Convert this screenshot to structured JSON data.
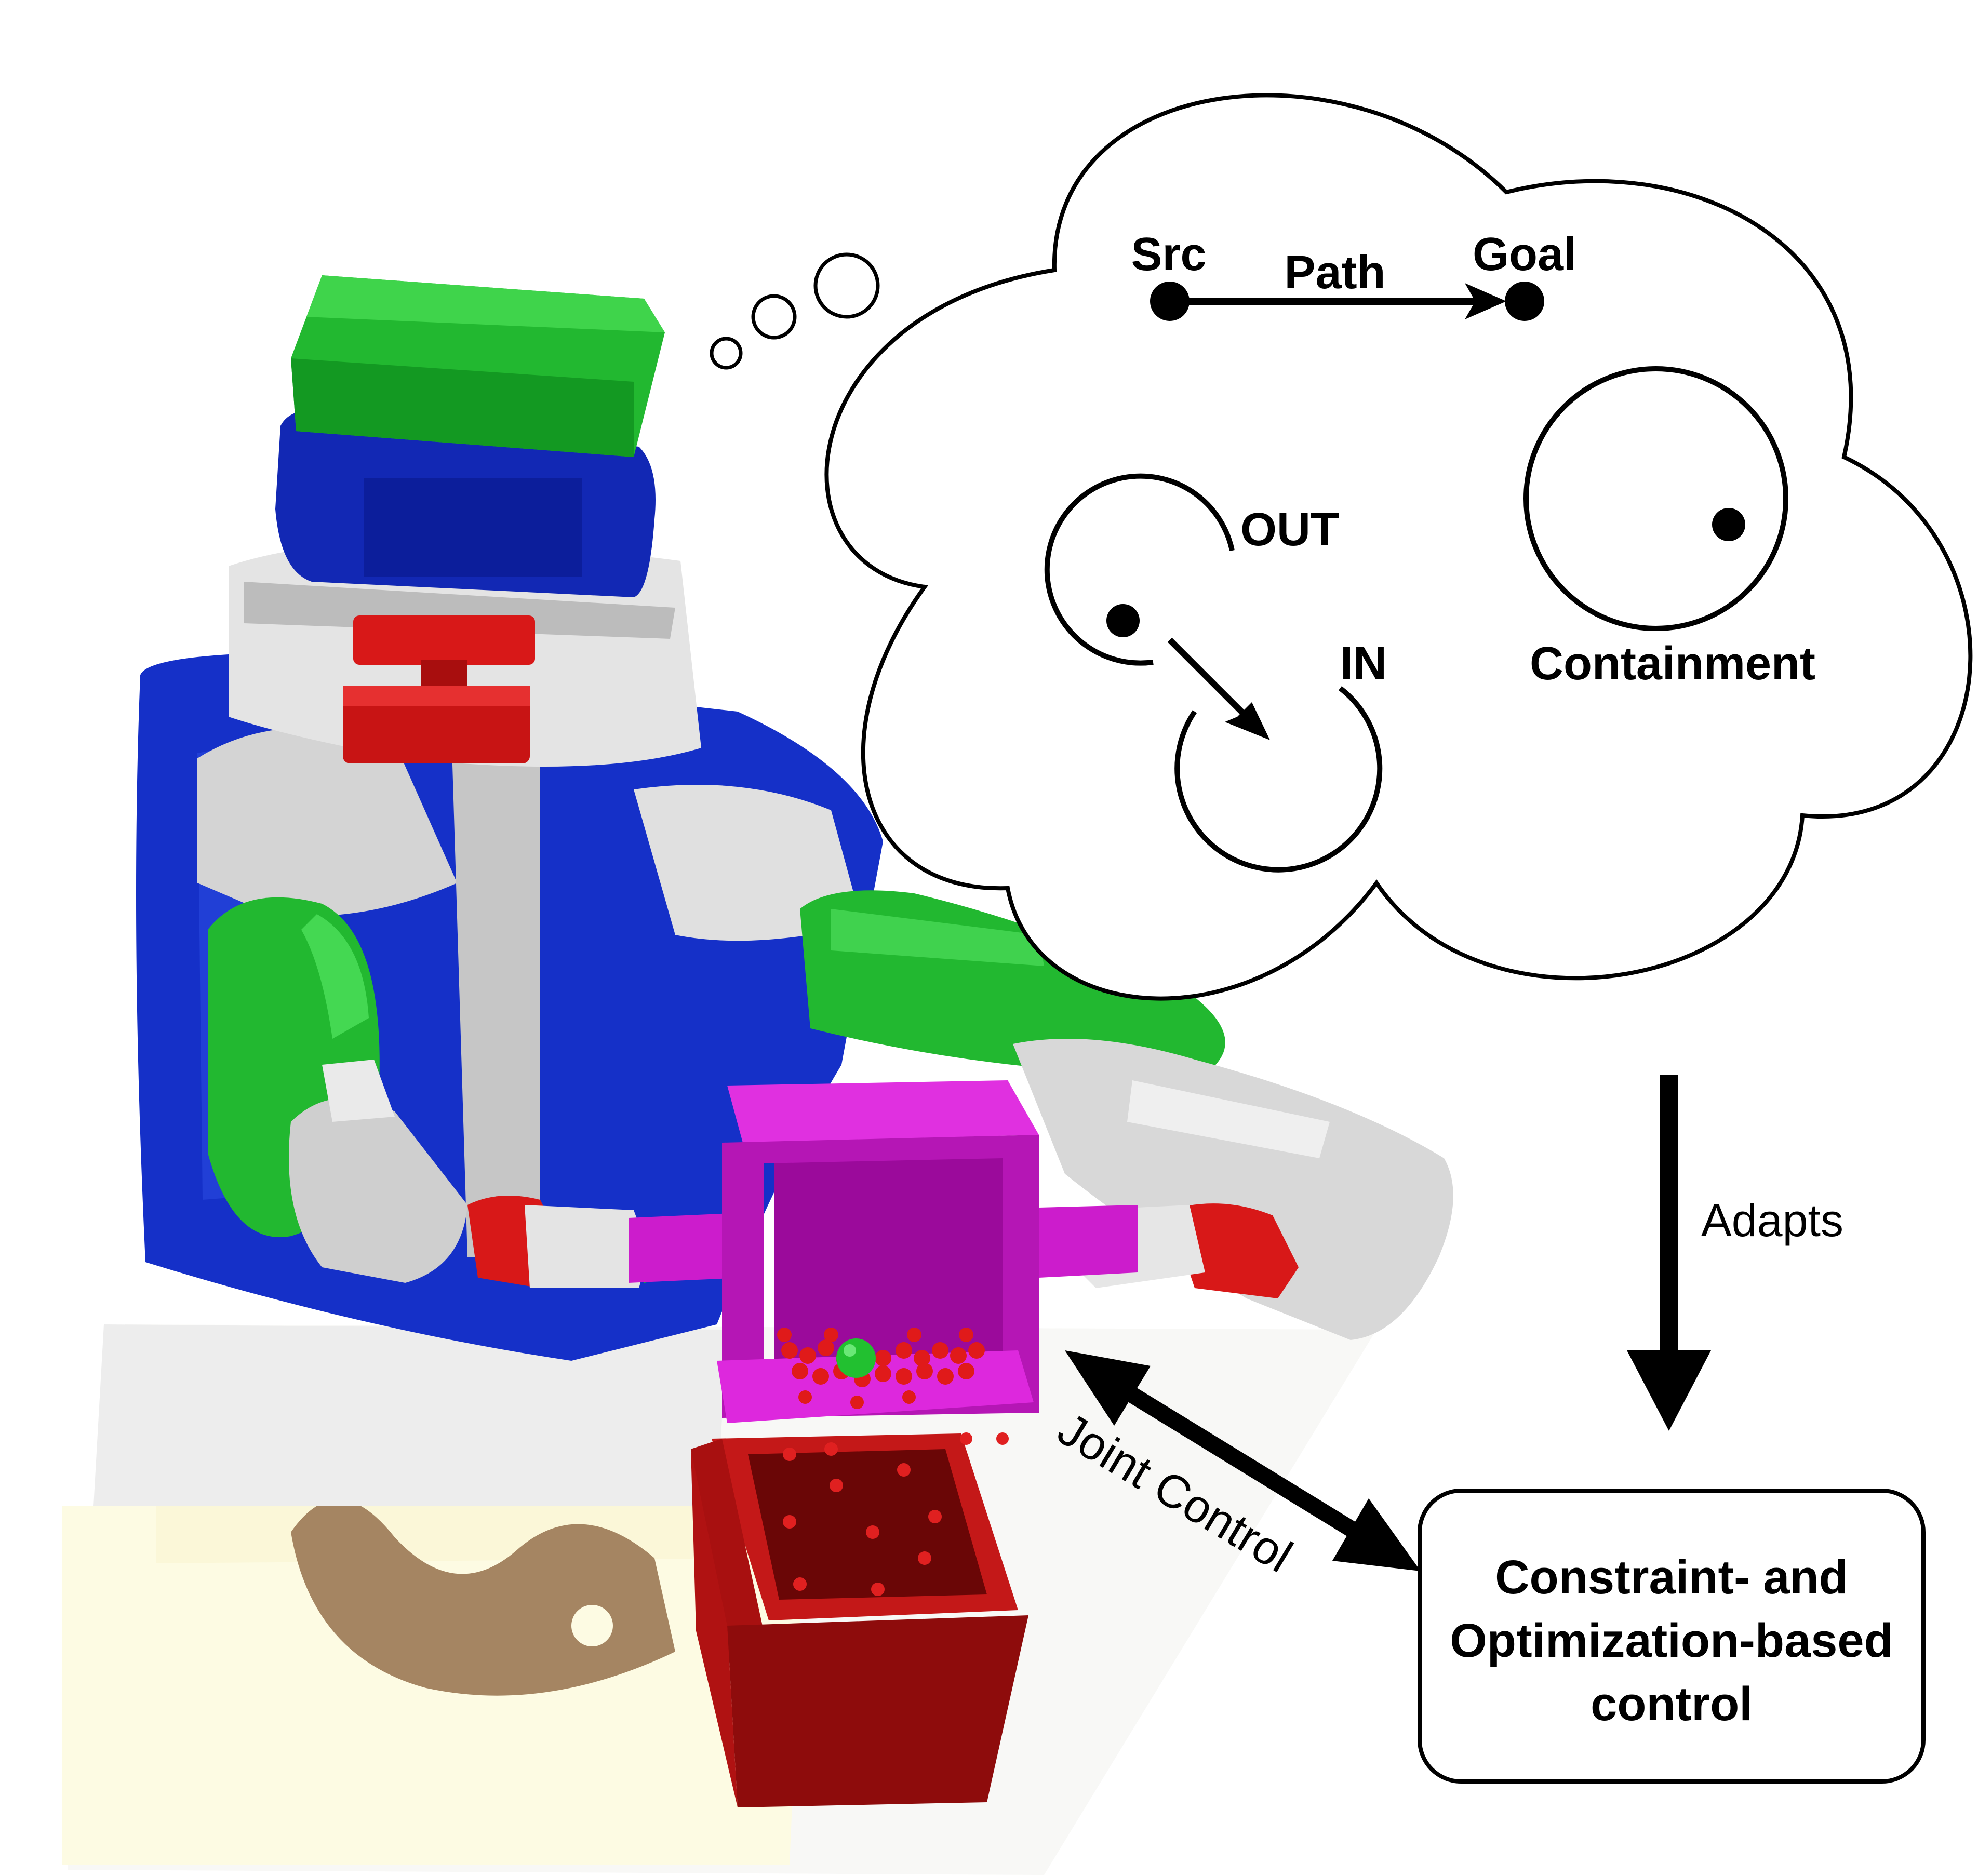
{
  "thought_cloud": {
    "src_label": "Src",
    "path_label": "Path",
    "goal_label": "Goal",
    "out_label": "OUT",
    "in_label": "IN",
    "containment_label": "Containment"
  },
  "adapts_label": "Adapts",
  "joint_control_label": "Joint Control",
  "controller_box": {
    "line1": "Constraint- and",
    "line2": "Optimization-based",
    "line3": "control"
  },
  "colors": {
    "robot_blue": "#1530c8",
    "robot_green": "#22b830",
    "robot_grey": "#d8d8d8",
    "gripper_red": "#d81818",
    "container_magenta": "#cc1ccc",
    "bin_red": "#a01010",
    "table_cream": "#fdfbe2"
  }
}
